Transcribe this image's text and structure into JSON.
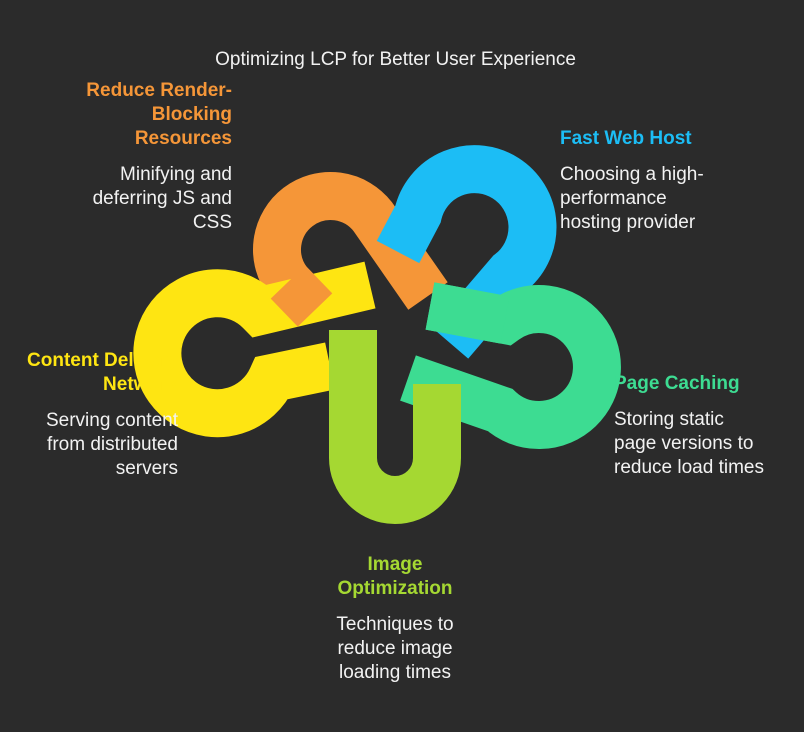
{
  "title": "Optimizing LCP for Better User Experience",
  "colors": {
    "background": "#2b2b2b",
    "orange": "#f59638",
    "blue": "#1cbdf5",
    "green": "#3ddc92",
    "lime": "#a5d832",
    "yellow": "#fee512"
  },
  "items": [
    {
      "id": "render-blocking",
      "title_lines": [
        "Reduce Render-",
        "Blocking",
        "Resources"
      ],
      "desc_lines": [
        "Minifying and",
        "deferring JS and",
        "CSS"
      ],
      "color": "#f59638"
    },
    {
      "id": "fast-web-host",
      "title_lines": [
        "Fast Web Host"
      ],
      "desc_lines": [
        "Choosing a high-",
        "performance",
        "hosting provider"
      ],
      "color": "#1cbdf5"
    },
    {
      "id": "page-caching",
      "title_lines": [
        "Page Caching"
      ],
      "desc_lines": [
        "Storing static",
        "page versions to",
        "reduce load times"
      ],
      "color": "#3ddc92"
    },
    {
      "id": "image-optimization",
      "title_lines": [
        "Image",
        "Optimization"
      ],
      "desc_lines": [
        "Techniques to",
        "reduce image",
        "loading times"
      ],
      "color": "#a5d832"
    },
    {
      "id": "cdn",
      "title_lines": [
        "Content Delivery",
        "Network"
      ],
      "desc_lines": [
        "Serving content",
        "from distributed",
        "servers"
      ],
      "color": "#fee512"
    }
  ]
}
